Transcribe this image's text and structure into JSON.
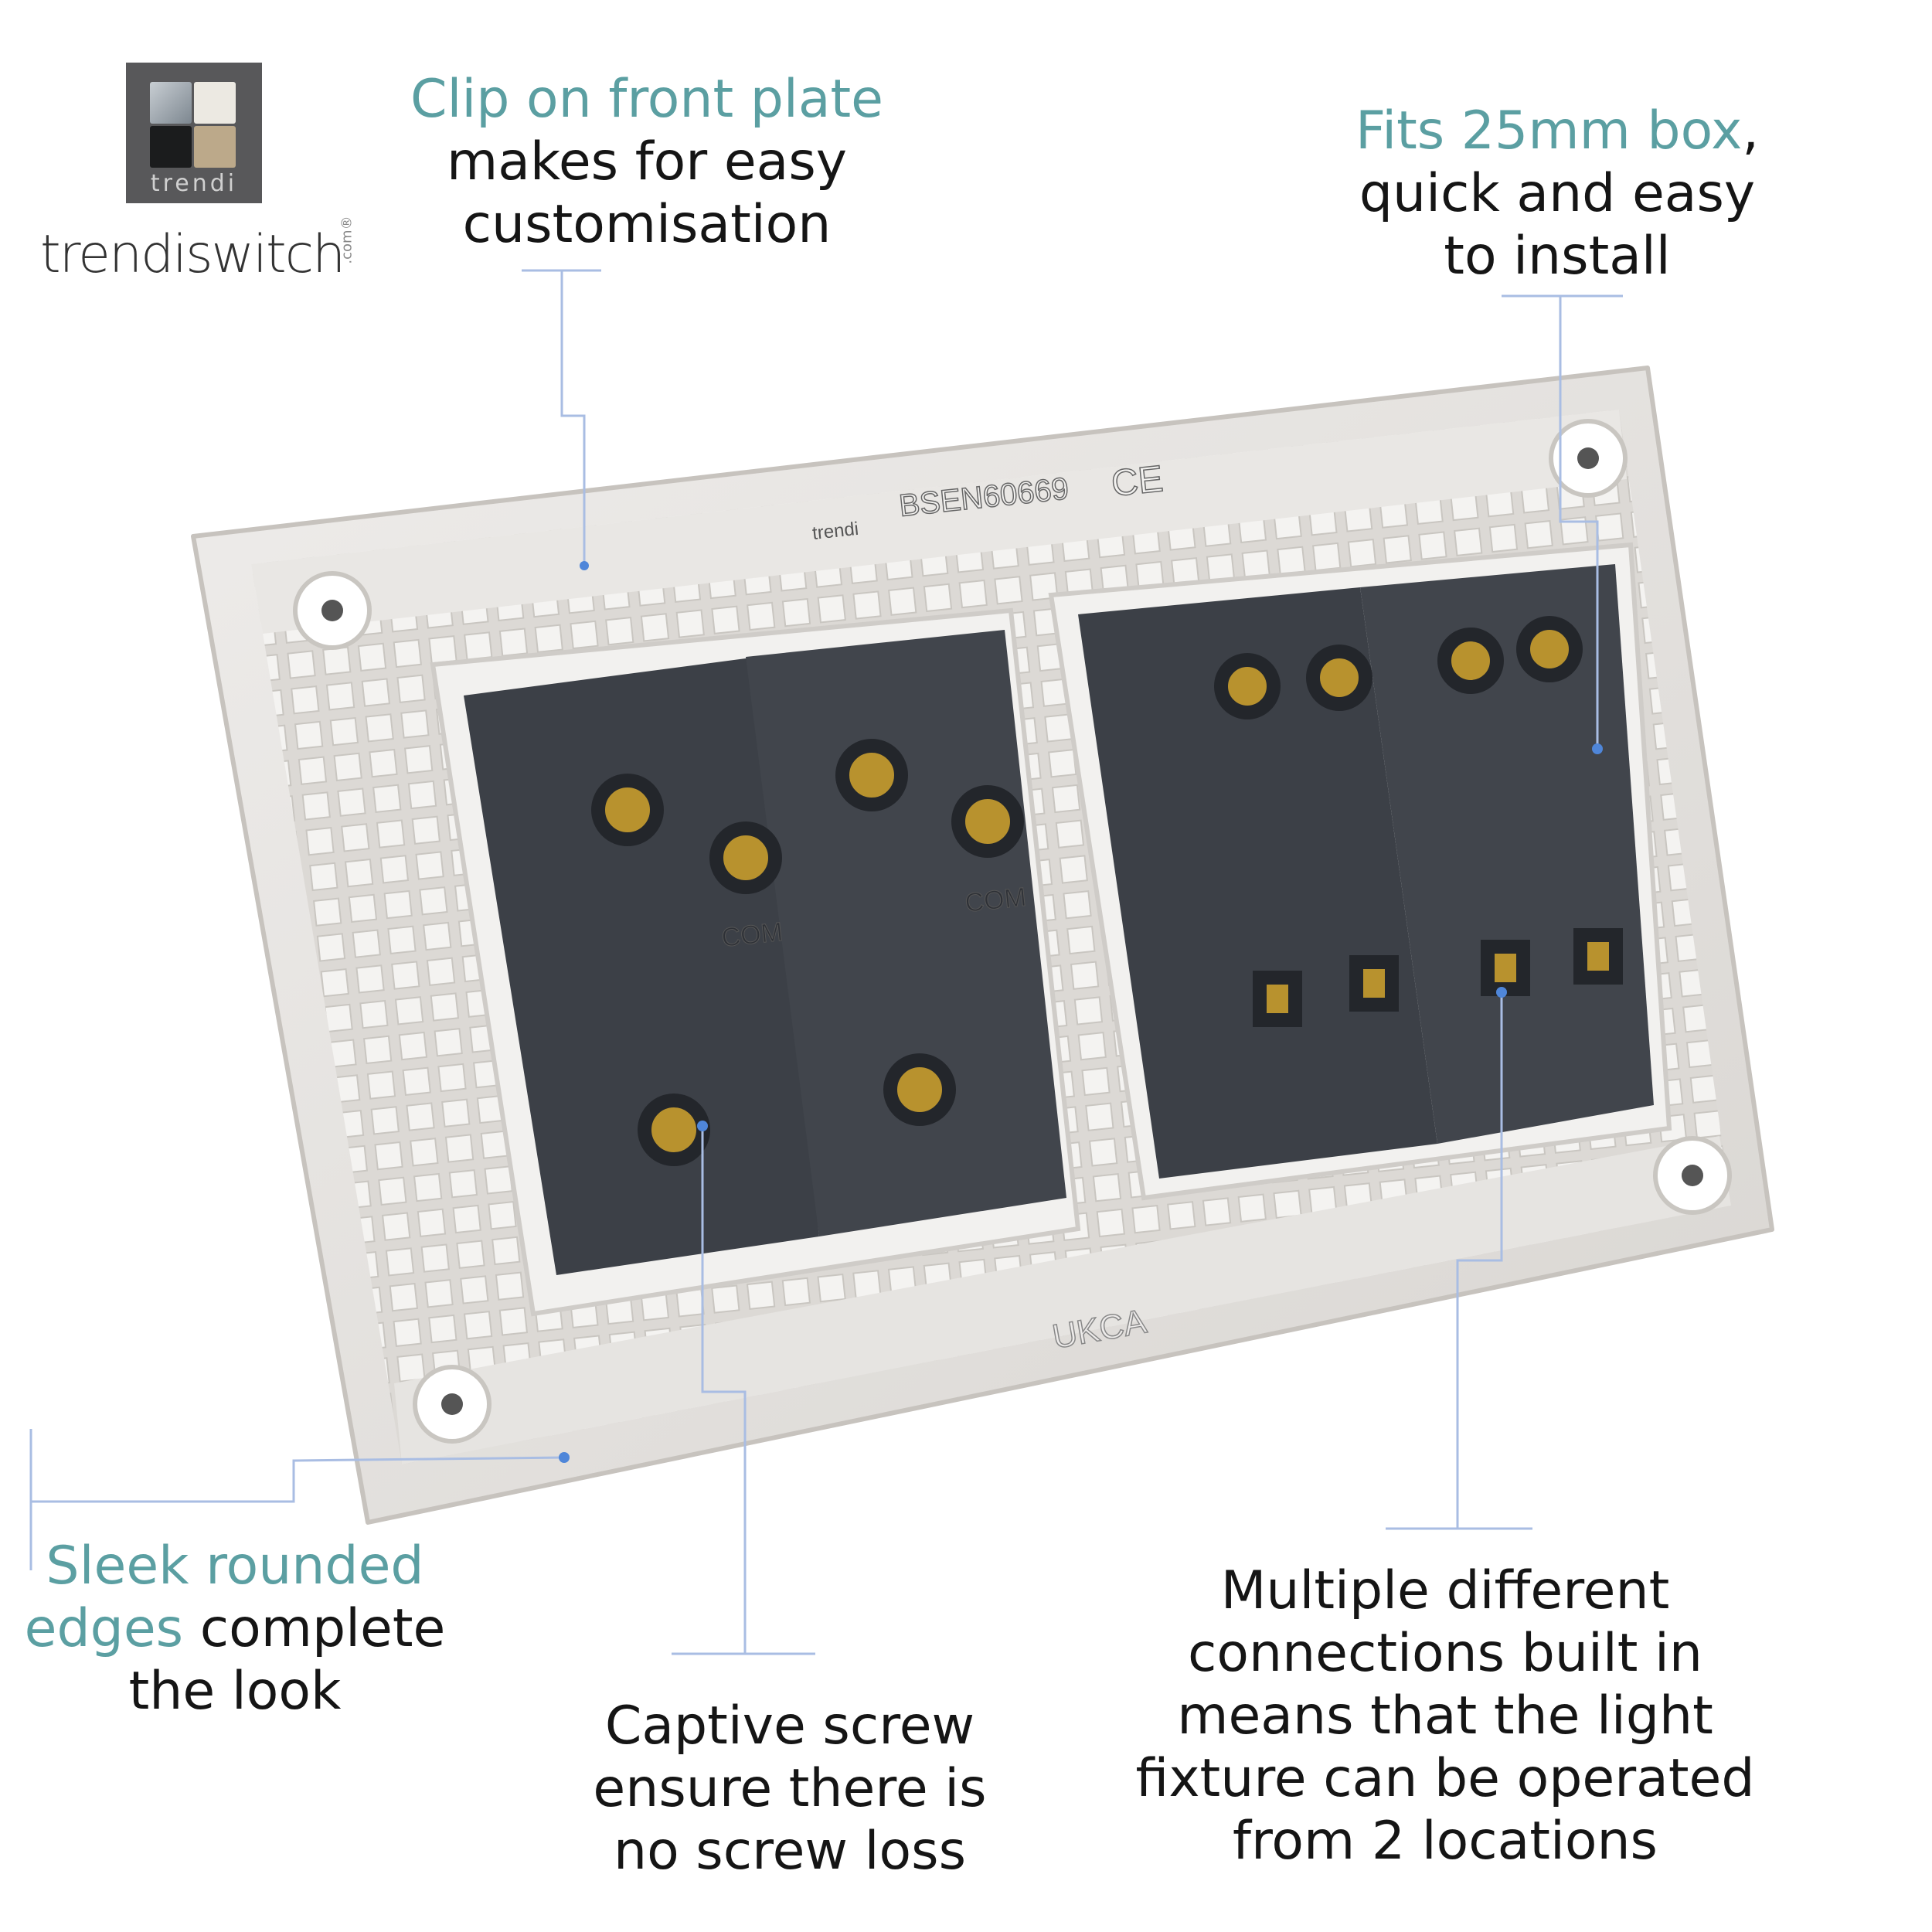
{
  "logo": {
    "badge_text": "trendi",
    "wordmark": "trendiswitch",
    "wordmark_suffix": ".com®"
  },
  "captions": {
    "clip": {
      "highlight": "Clip on front plate",
      "rest": [
        "makes for easy",
        "customisation"
      ]
    },
    "fits": {
      "highlight": "Fits 25mm box",
      "rest_first": ",",
      "rest": [
        "quick and easy",
        "to install"
      ]
    },
    "sleek": {
      "highlight_1": "Sleek rounded",
      "highlight_2": "edges",
      "rest_2": " complete",
      "rest": [
        "the look"
      ]
    },
    "captive": {
      "lines": [
        "Captive screw",
        "ensure there is",
        "no screw loss"
      ]
    },
    "multiple": {
      "lines": [
        "Multiple different",
        "connections built in",
        "means that the light",
        "fixture can be operated",
        "from 2 locations"
      ]
    }
  },
  "product_markings": {
    "standard": "BSEN60669",
    "ce": "CE",
    "brand": "trendi",
    "ukca": "UKCA",
    "terminal_com": "COM"
  },
  "colors": {
    "accent_teal": "#5b9fa2",
    "leader_line": "#a9bde3",
    "leader_dot": "#4f86d9",
    "plate": "#e4e2df",
    "module": "#3c4047",
    "brass": "#b8922e"
  }
}
